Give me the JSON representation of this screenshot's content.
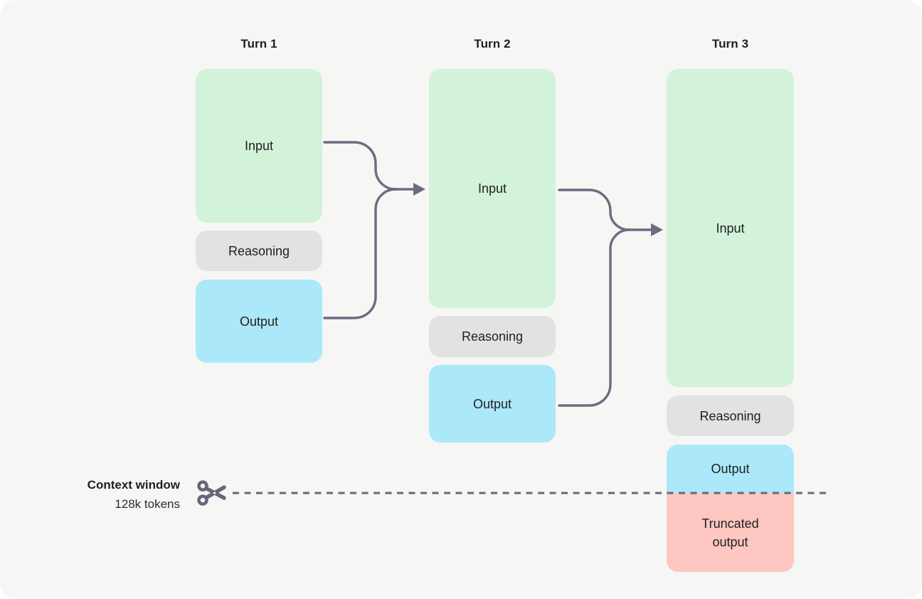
{
  "colors": {
    "background": "#f6f6f5",
    "input_green": "#d2f2d9",
    "reasoning_gray": "#e2e2e2",
    "output_blue": "#abe8f9",
    "truncated_red": "#fec7c1",
    "arrow": "#6b6b81",
    "dash_line": "#67677a",
    "text": "#1f1f1f"
  },
  "columns": [
    {
      "title": "Turn 1",
      "boxes": [
        {
          "label": "Input"
        },
        {
          "label": "Reasoning"
        },
        {
          "label": "Output"
        }
      ]
    },
    {
      "title": "Turn 2",
      "boxes": [
        {
          "label": "Input"
        },
        {
          "label": "Reasoning"
        },
        {
          "label": "Output"
        }
      ]
    },
    {
      "title": "Turn 3",
      "boxes": [
        {
          "label": "Input"
        },
        {
          "label": "Reasoning"
        },
        {
          "label": "Output"
        },
        {
          "label": "Truncated output"
        }
      ]
    }
  ],
  "context_window": {
    "title": "Context window",
    "subtitle": "128k tokens"
  },
  "icons": {
    "scissors": "✂"
  }
}
